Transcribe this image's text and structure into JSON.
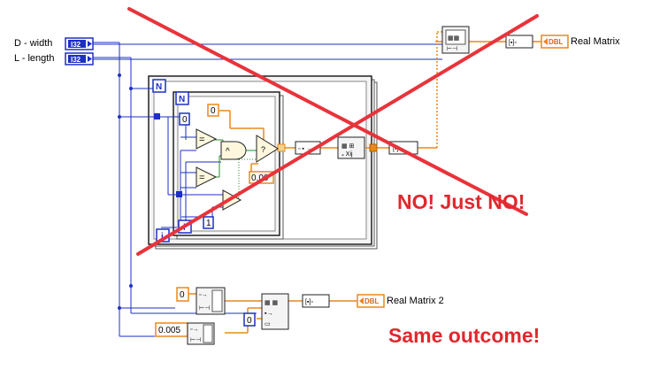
{
  "controls": {
    "width_label": "D - width",
    "length_label": "L - length",
    "type_label": "I32"
  },
  "indicators": {
    "matrix_label": "Real Matrix",
    "matrix2_label": "Real Matrix 2",
    "type_label": "DBL"
  },
  "loops": {
    "count_terminal": "N",
    "iteration_terminal": "i"
  },
  "constants": {
    "zero": "0",
    "threshold": "0.00",
    "one": "1",
    "init_zero": "0",
    "init_value": "0.005",
    "index_zero": "0"
  },
  "annotations": {
    "no_text": "NO! Just NO!",
    "same_text": "Same outcome!"
  },
  "colors": {
    "int_wire": "#1d2fc4",
    "dbl_wire": "#e8891c",
    "bool_wire": "#2a8c2a",
    "cross": "#e8333a"
  }
}
